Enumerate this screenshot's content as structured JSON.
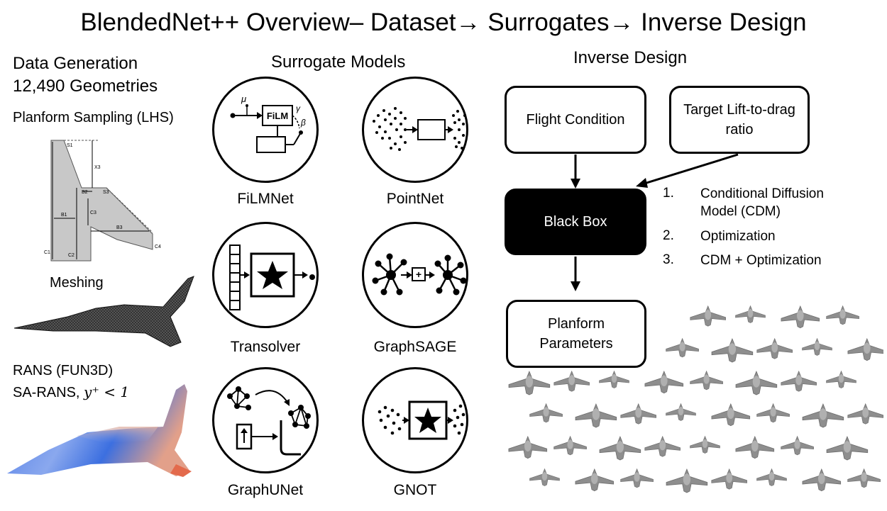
{
  "title": "BlendedNet++ Overview– Dataset→ Surrogates→ Inverse Design",
  "data_generation": {
    "heading": "Data Generation",
    "count": "12,490 Geometries",
    "sampling": "Planform Sampling (LHS)",
    "meshing": "Meshing",
    "rans_line1": "RANS (FUN3D)",
    "rans_line2_prefix": "SA-RANS, ",
    "rans_line2_math": "y⁺ < 1",
    "planform_labels": [
      "S1",
      "X3",
      "B2",
      "S3",
      "B1",
      "C3",
      "B3",
      "C4",
      "C1",
      "C2"
    ]
  },
  "surrogates": {
    "heading": "Surrogate Models",
    "models": [
      "FiLMNet",
      "PointNet",
      "Transolver",
      "GraphSAGE",
      "GraphUNet",
      "GNOT"
    ],
    "film_text": "FiLM",
    "film_mu": "μ",
    "film_gamma": "γ",
    "film_beta": "β"
  },
  "inverse": {
    "heading": "Inverse Design",
    "flight_condition": "Flight Condition",
    "target_ld": "Target Lift-to-drag ratio",
    "black_box": "Black Box",
    "planform_params": "Planform Parameters",
    "methods": [
      {
        "num": "1.",
        "text": "Conditional Diffusion Model (CDM)"
      },
      {
        "num": "2.",
        "text": "Optimization"
      },
      {
        "num": "3.",
        "text": "CDM + Optimization"
      }
    ]
  },
  "colors": {
    "black_box": "#000000",
    "field_blue": "#3c6fe0",
    "field_red": "#d86a4a",
    "mesh_gray": "#9a9a9a"
  }
}
